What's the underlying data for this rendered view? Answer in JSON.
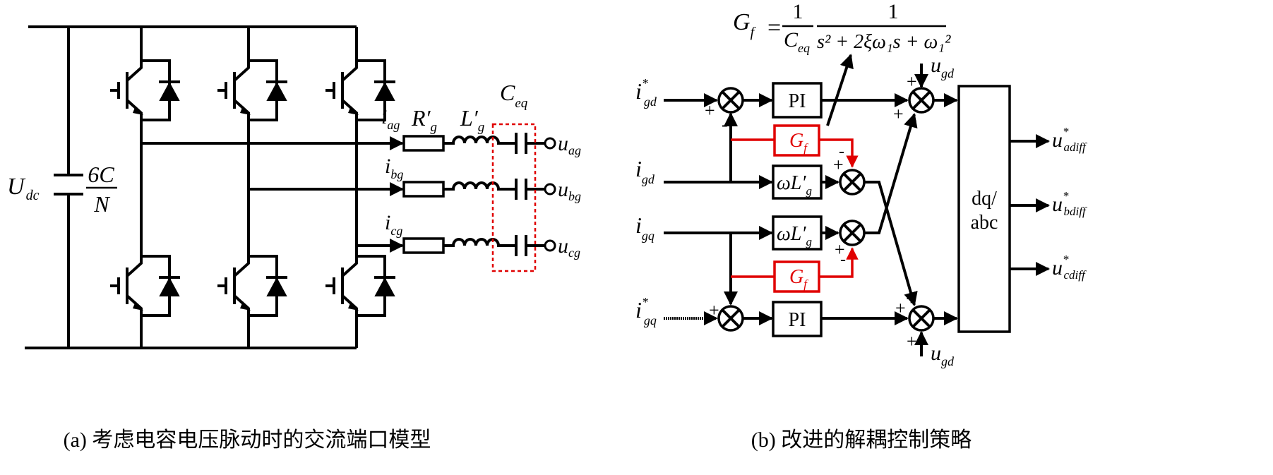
{
  "left_panel": {
    "caption": "(a) 考虑电容电压脉动时的交流端口模型",
    "dc_voltage": {
      "main": "U",
      "sub": "dc"
    },
    "capacitor": {
      "numerator": "6C",
      "denominator": "N"
    },
    "resistor": {
      "main": "R′",
      "sub": "g"
    },
    "inductor": {
      "main": "L′",
      "sub": "g"
    },
    "eq_capacitor": {
      "main": "C",
      "sub": "eq"
    },
    "currents": [
      {
        "main": "i",
        "sub": "ag"
      },
      {
        "main": "i",
        "sub": "bg"
      },
      {
        "main": "i",
        "sub": "cg"
      }
    ],
    "outputs": [
      {
        "main": "u",
        "sub": "ag"
      },
      {
        "main": "u",
        "sub": "bg"
      },
      {
        "main": "u",
        "sub": "cg"
      }
    ]
  },
  "right_panel": {
    "caption": "(b) 改进的解耦控制策略",
    "formula": {
      "lhs": "G",
      "lhs_sub": "f",
      "eq": "=",
      "num1": "1",
      "den1": "C",
      "den1_sub": "eq",
      "num2": "1",
      "den2": "s² + 2ξω₁s + ω₁²"
    },
    "inputs": {
      "igd_ref": {
        "main": "i",
        "sup": "*",
        "sub": "gd"
      },
      "igd": {
        "main": "i",
        "sub": "gd"
      },
      "igq": {
        "main": "i",
        "sub": "gq"
      },
      "igq_ref": {
        "main": "i",
        "sup": "*",
        "sub": "gq"
      }
    },
    "blocks": {
      "pi_top": "PI",
      "pi_bottom": "PI",
      "gf": {
        "main": "G",
        "sub": "f"
      },
      "wl": {
        "main": "ωL′",
        "sub": "g"
      },
      "transform_line1": "dq/",
      "transform_line2": "abc"
    },
    "feedforward": {
      "main": "u",
      "sub": "gd"
    },
    "outputs": [
      {
        "main": "u",
        "sup": "*",
        "sub": "adiff"
      },
      {
        "main": "u",
        "sup": "*",
        "sub": "bdiff"
      },
      {
        "main": "u",
        "sup": "*",
        "sub": "cdiff"
      }
    ],
    "signs": {
      "plus": "+",
      "minus": "-"
    },
    "colors": {
      "highlight": "#e00000",
      "line": "#000000"
    }
  }
}
